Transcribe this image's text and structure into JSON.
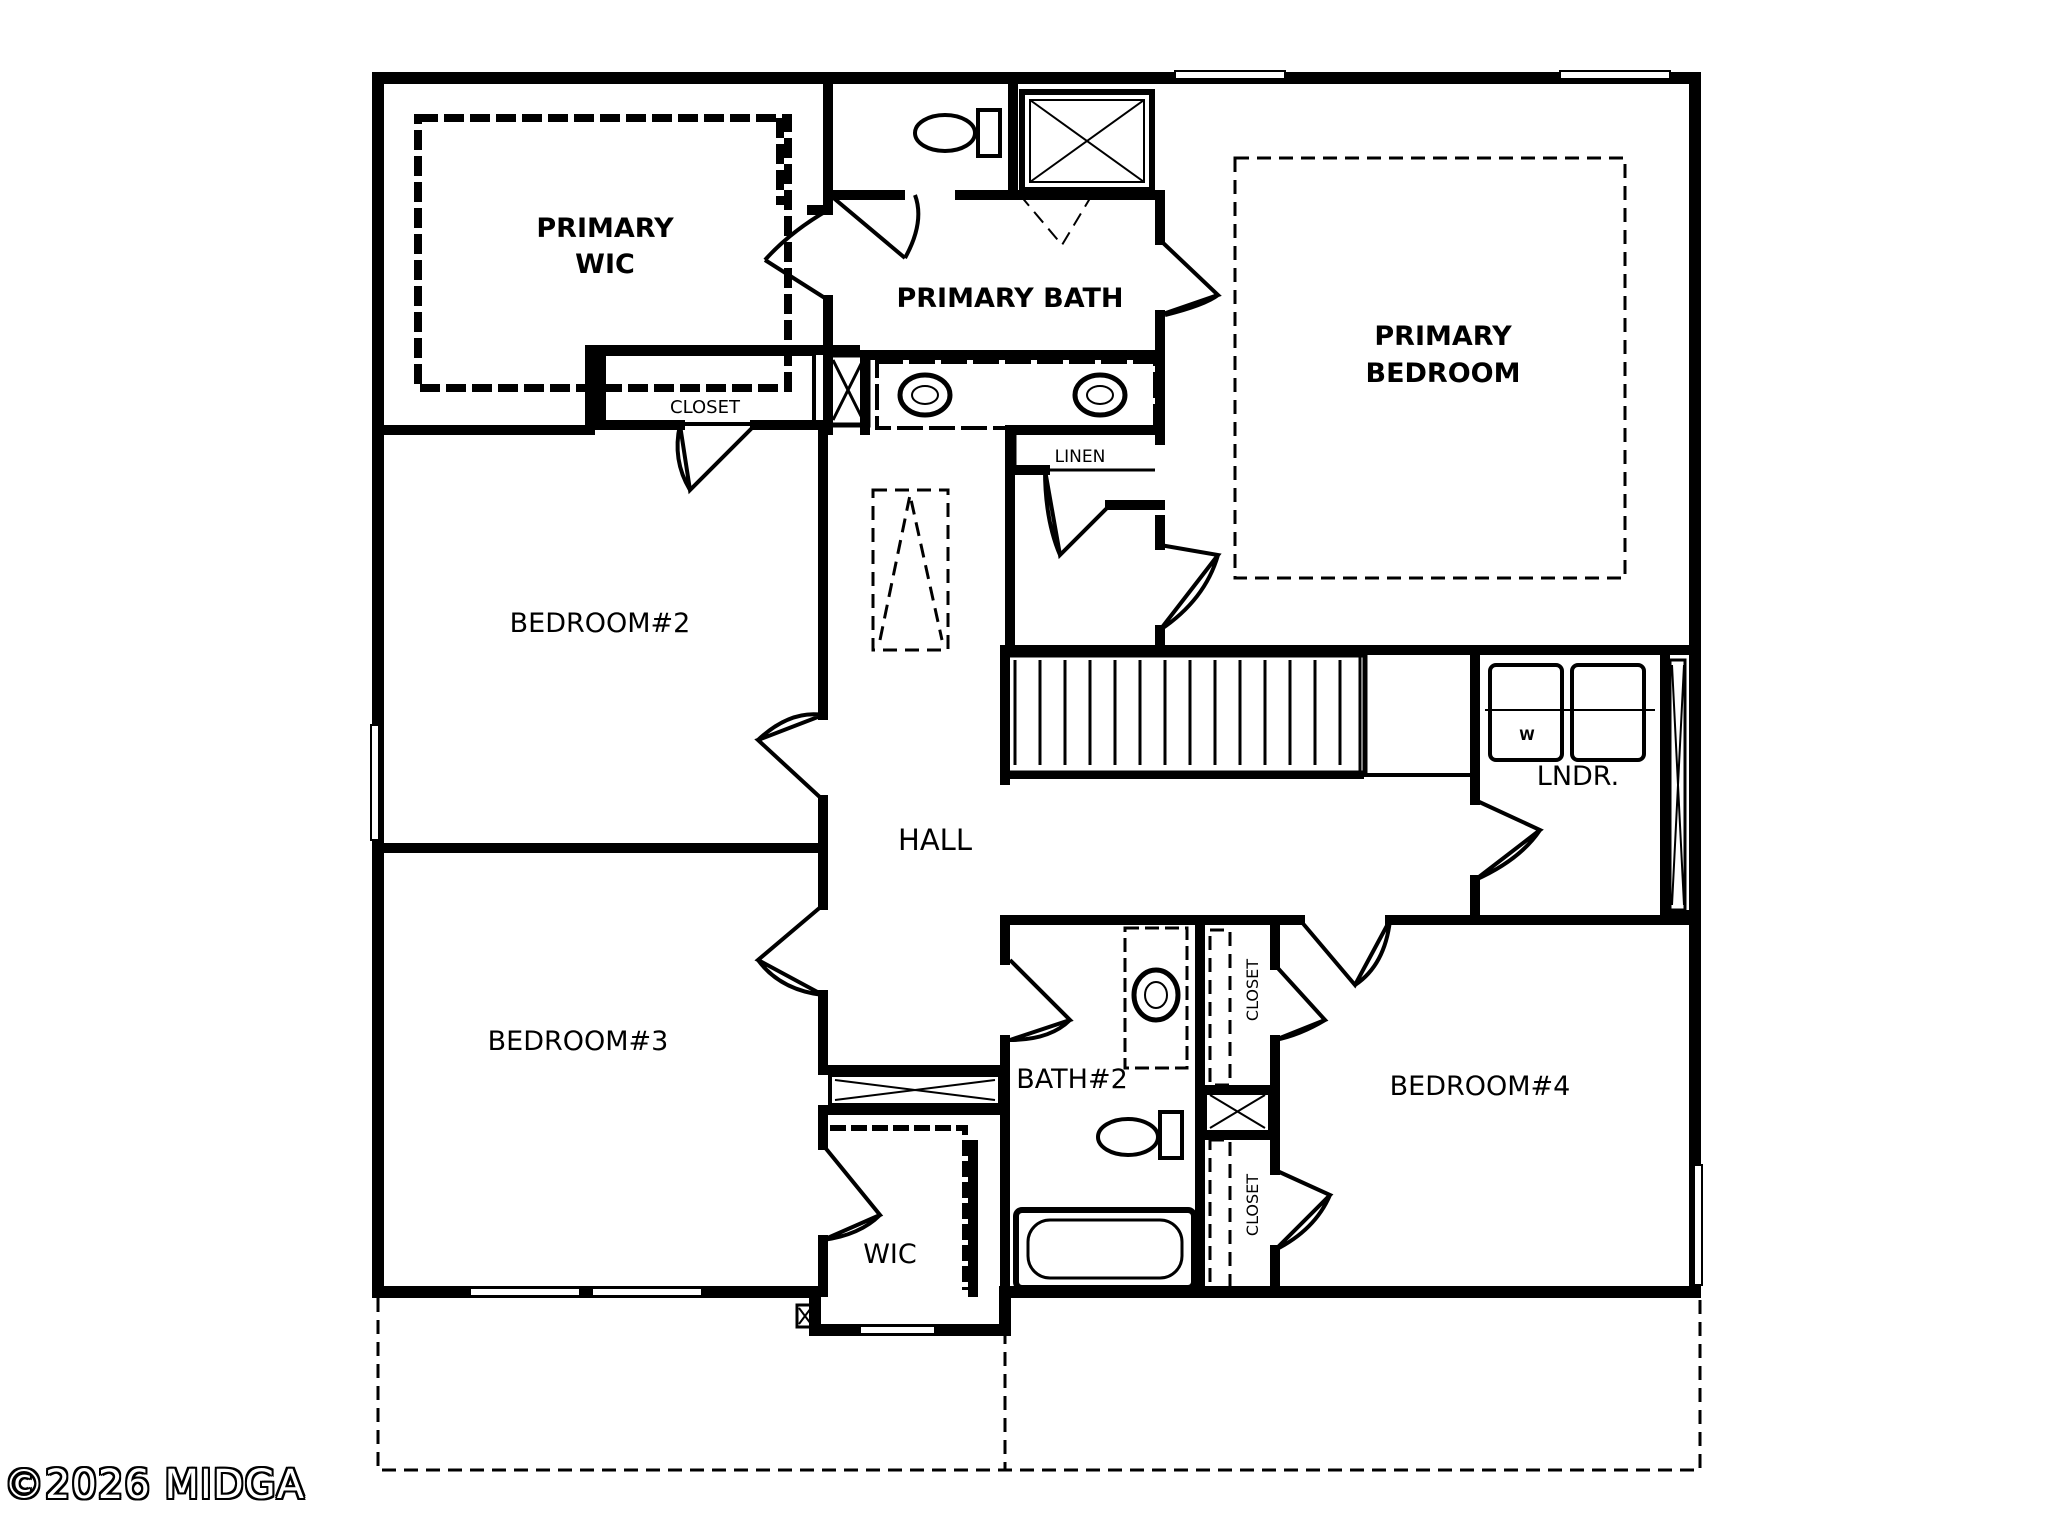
{
  "rooms": {
    "primary_wic": [
      "PRIMARY",
      "WIC"
    ],
    "primary_bath": "PRIMARY BATH",
    "primary_bedroom": [
      "PRIMARY",
      "BEDROOM"
    ],
    "closet_top": "CLOSET",
    "linen": "LINEN",
    "bedroom2": "BEDROOM#2",
    "hall": "HALL",
    "laundry": "LNDR.",
    "washer": "W",
    "bedroom3": "BEDROOM#3",
    "bath2": "BATH#2",
    "closet_right_upper": "CLOSET",
    "closet_right_lower": "CLOSET",
    "bedroom4": "BEDROOM#4",
    "wic_small": "WIC"
  },
  "watermark": "©2026 MIDGA"
}
